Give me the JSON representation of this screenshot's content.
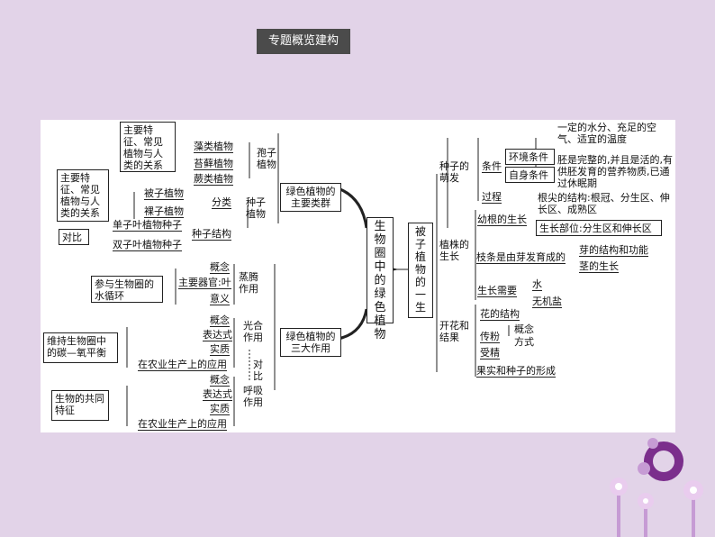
{
  "header": {
    "title": "专题概览建构"
  },
  "center": {
    "root": "生物圈中的绿色植物",
    "angio": "被子植物的一生"
  },
  "left_top": {
    "main_group": "绿色植物的主要类群",
    "spore": "孢子植物",
    "seed": "种子植物",
    "alga": "藻类植物",
    "moss": "苔藓植物",
    "fern": "蕨类植物",
    "note_box": "主要特征、常见植物与人类的关系",
    "note_box2": "主要特征、常见植物与人类的关系",
    "angiosperm": "被子植物",
    "gymnosperm": "裸子植物",
    "classify": "分类",
    "seed_structure": "种子结构",
    "mono": "单子叶植物种子",
    "dicot": "双子叶植物种子",
    "compare": "对比"
  },
  "left_bottom": {
    "three": "绿色植物的三大作用",
    "transp": "蒸腾作用",
    "concept1": "概念",
    "organ": "主要器官:叶",
    "meaning": "意义",
    "water_cycle": "参与生物圈的水循环",
    "photo": "光合作用",
    "concept2": "概念",
    "formula2": "表达式",
    "essence2": "实质",
    "apply2": "在农业生产上的应用",
    "carbon": "维持生物圈中的碳—氧平衡",
    "compare2": "对比",
    "resp": "呼吸作用",
    "concept3": "概念",
    "formula3": "表达式",
    "essence3": "实质",
    "apply3": "在农业生产上的应用",
    "common": "生物的共同特征"
  },
  "right": {
    "germ": "种子的萌发",
    "cond": "条件",
    "env": "环境条件",
    "env_detail": "一定的水分、充足的空气、适宜的温度",
    "self": "自身条件",
    "self_detail": "胚是完整的,并且是活的,有供胚发育的营养物质,已通过休眠期",
    "process": "过程",
    "grow": "植株的生长",
    "root_grow": "幼根的生长",
    "tip": "根尖的结构:根冠、分生区、伸长区、成熟区",
    "part": "生长部位:分生区和伸长区",
    "bud": "枝条是由芽发育成的",
    "bud_struct": "芽的结构和功能",
    "stem": "茎的生长",
    "need": "生长需要",
    "water": "水",
    "salt": "无机盐",
    "flower": "开花和结果",
    "fstruct": "花的结构",
    "poll": "传粉",
    "pconcept": "概念",
    "pway": "方式",
    "fert": "受精",
    "fruit": "果实和种子的形成"
  }
}
